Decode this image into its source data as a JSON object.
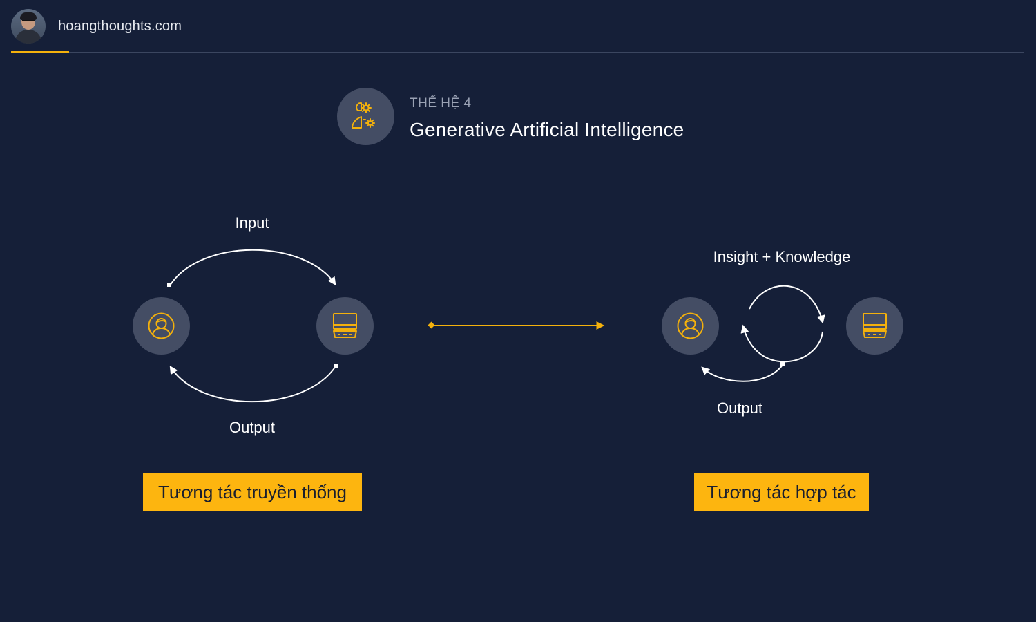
{
  "header": {
    "site_name": "hoangthoughts.com"
  },
  "generation": {
    "label": "THẾ HỆ 4",
    "title": "Generative Artificial Intelligence",
    "icon": "brain-gear-icon"
  },
  "traditional": {
    "input_label": "Input",
    "output_label": "Output",
    "tag": "Tương tác truyền thống",
    "left_icon": "user-icon",
    "right_icon": "laptop-icon"
  },
  "collaborative": {
    "loop_label": "Insight + Knowledge",
    "output_label": "Output",
    "tag": "Tương tác hợp tác",
    "left_icon": "user-icon",
    "right_icon": "laptop-icon"
  },
  "colors": {
    "background": "#151f38",
    "accent": "#fdb50f",
    "node": "#444d64",
    "text": "#ffffff",
    "muted": "#9aa2b4"
  }
}
